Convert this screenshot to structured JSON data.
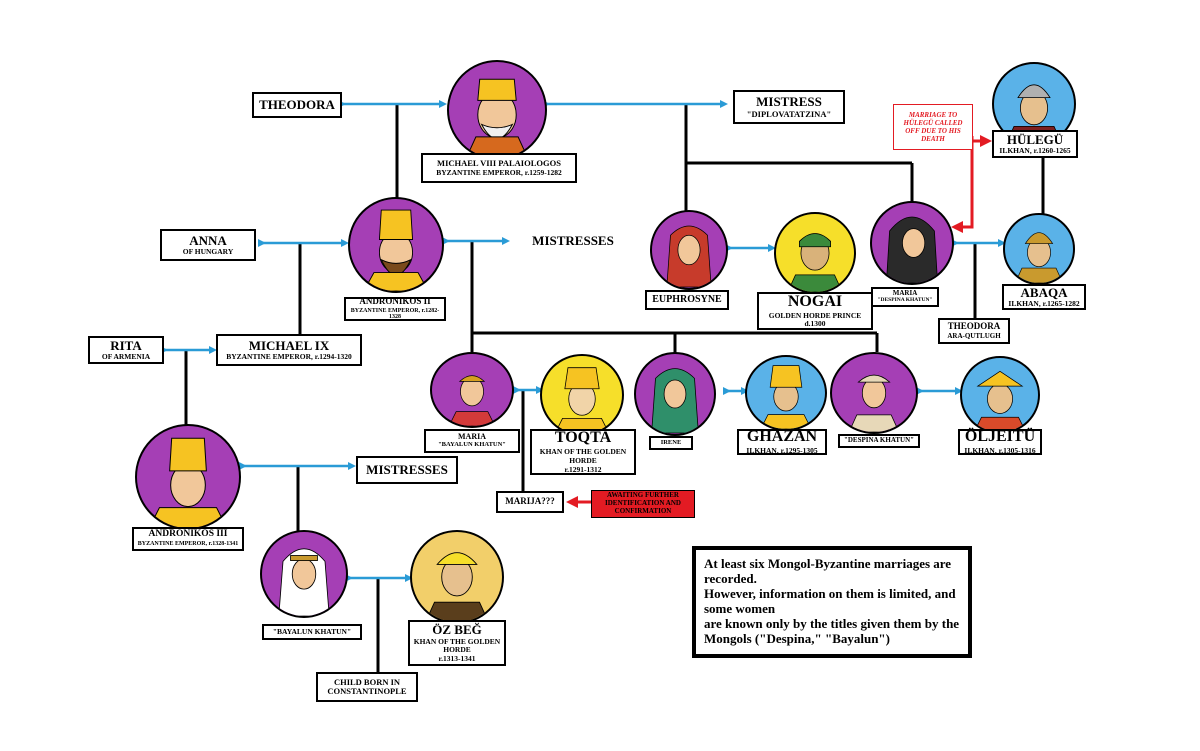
{
  "people": {
    "michael8": {
      "name": "MICHAEL VIII PALAIOLOGOS",
      "title": "BYZANTINE EMPEROR, r.1259-1282"
    },
    "theodora1": {
      "name": "THEODORA"
    },
    "mistress_dip": {
      "name": "MISTRESS",
      "title": "\"DIPLOVATATZINA\""
    },
    "anna": {
      "name": "ANNA",
      "title": "OF HUNGARY"
    },
    "andronikos2": {
      "name": "ANDRONIKOS II",
      "title": "BYZANTINE EMPEROR, r.1282-1328"
    },
    "mistresses1": {
      "name": "MISTRESSES"
    },
    "euphrosyne": {
      "name": "EUPHROSYNE"
    },
    "nogai": {
      "name": "NOGAI",
      "title": "GOLDEN HORDE PRINCE",
      "title2": "d.1300"
    },
    "maria_despina": {
      "name": "MARIA",
      "title": "\"DESPINA KHATUN\""
    },
    "hulegu": {
      "name": "HÜLEGÜ",
      "title": "ILKHAN, r.1260-1265"
    },
    "abaqa": {
      "name": "ABAQA",
      "title": "ILKHAN, r.1265-1282"
    },
    "theodora2": {
      "name": "THEODORA",
      "title": "ARA-QUTLUGH"
    },
    "rita": {
      "name": "RITA",
      "title": "OF ARMENIA"
    },
    "michael9": {
      "name": "MICHAEL IX",
      "title": "BYZANTINE EMPEROR, r.1294-1320"
    },
    "maria_bayalun": {
      "name": "MARIA",
      "title": "\"BAYALUN KHATUN\""
    },
    "toqta": {
      "name": "TOQTA",
      "title": "KHAN OF THE GOLDEN",
      "title2": "HORDE",
      "title3": "r.1291-1312"
    },
    "irene": {
      "name": "IRENE"
    },
    "ghazan": {
      "name": "GHAZAN",
      "title": "ILKHAN, r.1295-1305"
    },
    "despina2": {
      "name": "\"DESPINA KHATUN\""
    },
    "oljeitu": {
      "name": "ÖLJEITÜ",
      "title": "ILKHAN, r.1305-1316"
    },
    "marija": {
      "name": "MARIJA???"
    },
    "andronikos3": {
      "name": "ANDRONIKOS III",
      "title": "BYZANTINE EMPEROR, r.1328-1341"
    },
    "mistresses2": {
      "name": "MISTRESSES"
    },
    "bayalun2": {
      "name": "\"BAYALUN KHATUN\""
    },
    "ozbeg": {
      "name": "ÖZ BEĞ",
      "title": "KHAN OF THE GOLDEN",
      "title2": "HORDE",
      "title3": "r.1313-1341"
    },
    "child": {
      "name": "CHILD BORN IN",
      "title": "CONSTANTINOPLE"
    }
  },
  "notes": {
    "hulegu_note": "MARRIAGE TO HÜLEGÜ CALLED OFF DUE TO HIS DEATH",
    "marija_note": "AWAITING FURTHER IDENTIFICATION AND CONFIRMATION"
  },
  "info": {
    "line1": "At least six Mongol-Byzantine marriages are recorded.",
    "line2": "However, information on them is limited, and some women",
    "line3": "are known only by the titles given them by the Mongols (\"Despina,\" \"Bayalun\")"
  },
  "colors": {
    "portrait_purple": "#a53fb5",
    "portrait_yellow": "#f6df2a",
    "portrait_blue": "#5ab2e8",
    "portrait_scroll": "#f2cf6a",
    "arrow_blue": "#2a9bd6",
    "note_red": "#e31b23"
  }
}
